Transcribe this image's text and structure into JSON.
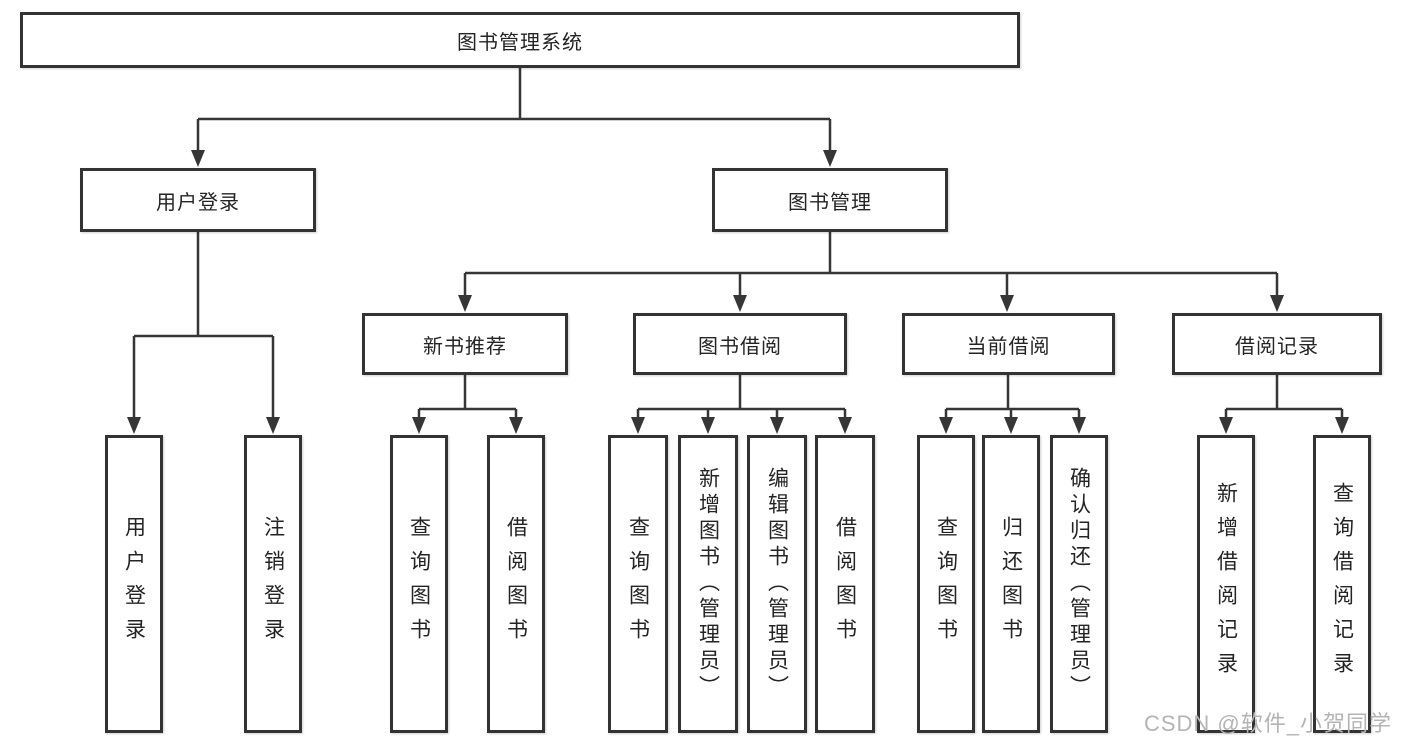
{
  "diagram": {
    "root": {
      "label": "图书管理系统"
    },
    "branches": [
      {
        "label": "用户登录",
        "children": [
          {
            "label": "用户登录"
          },
          {
            "label": "注销登录"
          }
        ]
      },
      {
        "label": "图书管理",
        "children": [
          {
            "label": "新书推荐",
            "children": [
              {
                "label": "查询图书"
              },
              {
                "label": "借阅图书"
              }
            ]
          },
          {
            "label": "图书借阅",
            "children": [
              {
                "label": "查询图书"
              },
              {
                "label": "新增图书（管理员）"
              },
              {
                "label": "编辑图书（管理员）"
              },
              {
                "label": "借阅图书"
              }
            ]
          },
          {
            "label": "当前借阅",
            "children": [
              {
                "label": "查询图书"
              },
              {
                "label": "归还图书"
              },
              {
                "label": "确认归还（管理员）"
              }
            ]
          },
          {
            "label": "借阅记录",
            "children": [
              {
                "label": "新增借阅记录"
              },
              {
                "label": "查询借阅记录"
              }
            ]
          }
        ]
      }
    ]
  },
  "watermark": {
    "text": "CSDN @软件_小贺同学"
  },
  "colors": {
    "line": "#363636",
    "border": "#333333",
    "text": "#242424",
    "background": "#ffffff",
    "watermark": "#b4b4b4"
  }
}
